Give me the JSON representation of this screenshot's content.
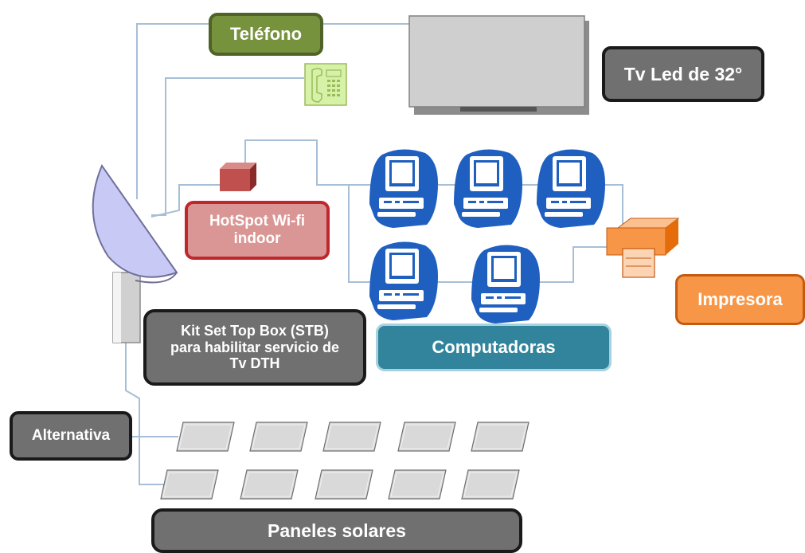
{
  "labels": {
    "telefono": "Teléfono",
    "tv": "Tv Led de 32°",
    "hotspot": "HotSpot Wi-fi\nindoor",
    "kit": "Kit Set Top Box (STB)\npara habilitar servicio de\nTv DTH",
    "computadoras": "Computadoras",
    "impresora": "Impresora",
    "alternativa": "Alternativa",
    "paneles": "Paneles solares"
  },
  "colors": {
    "line": "#a7bfd6",
    "computer_blue": "#1f5fbf",
    "tv_gray": "#cfcfcf",
    "phone_green": "#d6f2a8",
    "router_red": "#c0504d",
    "printer_orange": "#f79646",
    "dish_lavender": "#c9c9f6",
    "panel_gray": "#d9d9d9"
  },
  "icons": [
    "satellite-dish-icon",
    "tv-icon",
    "phone-icon",
    "router-icon",
    "computer-icon",
    "printer-icon",
    "solar-panel-icon"
  ]
}
